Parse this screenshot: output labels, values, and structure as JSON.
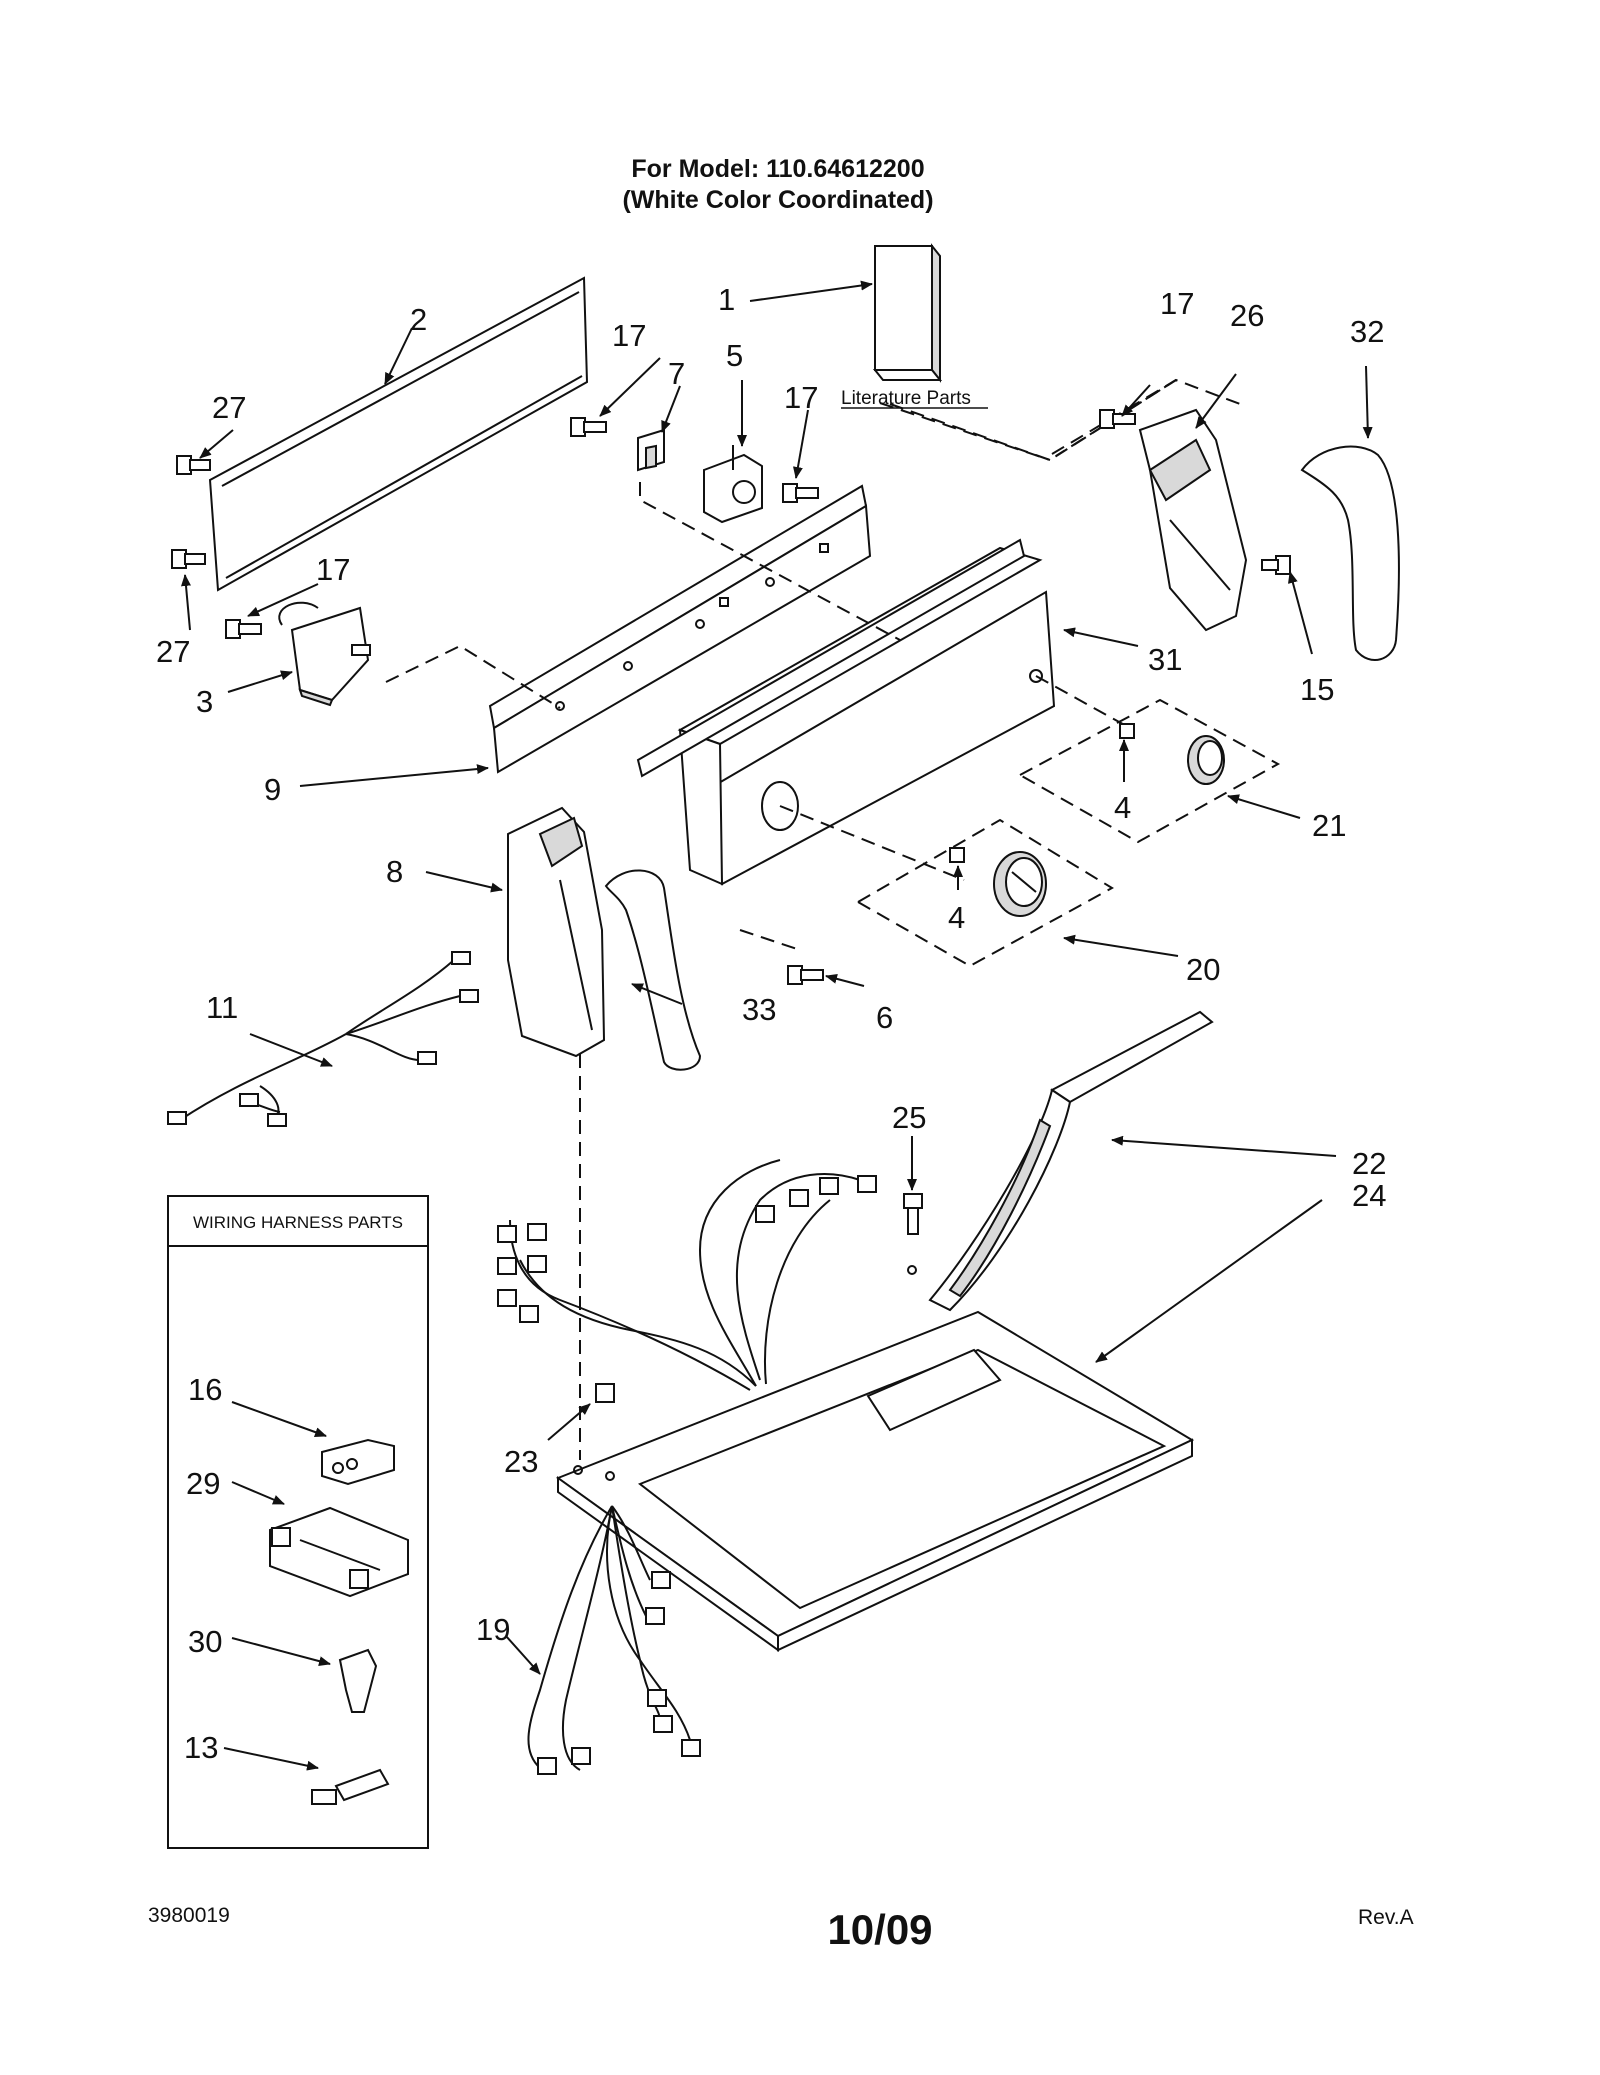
{
  "header": {
    "model_line": "For Model: 110.64612200",
    "color_line": "(White Color Coordinated)"
  },
  "literature_label": "Literature Parts",
  "wiring_box": {
    "title": "WIRING HARNESS PARTS"
  },
  "callouts": {
    "c1": "1",
    "c2": "2",
    "c3": "3",
    "c4a": "4",
    "c4b": "4",
    "c5": "5",
    "c6": "6",
    "c7": "7",
    "c8": "8",
    "c9": "9",
    "c11": "11",
    "c13": "13",
    "c15": "15",
    "c16": "16",
    "c17a": "17",
    "c17b": "17",
    "c17c": "17",
    "c17d": "17",
    "c19": "19",
    "c20": "20",
    "c21": "21",
    "c22": "22",
    "c23": "23",
    "c24": "24",
    "c25": "25",
    "c26": "26",
    "c27a": "27",
    "c27b": "27",
    "c29": "29",
    "c30": "30",
    "c31": "31",
    "c32": "32",
    "c33": "33"
  },
  "footer": {
    "doc_number": "3980019",
    "date": "10/09",
    "revision": "Rev.A"
  }
}
